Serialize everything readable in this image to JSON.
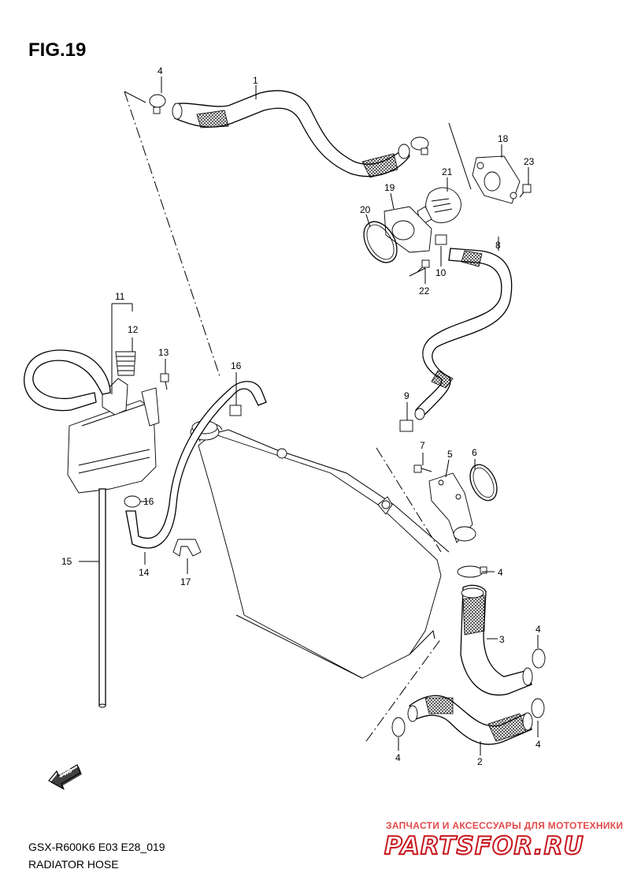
{
  "figure": {
    "title": "FIG.19",
    "model_code": "GSX-R600K6 E03 E28_019",
    "subtitle": "RADIATOR HOSE"
  },
  "callouts": [
    {
      "id": "c1",
      "label": "1"
    },
    {
      "id": "c2",
      "label": "2"
    },
    {
      "id": "c3",
      "label": "3"
    },
    {
      "id": "c4a",
      "label": "4"
    },
    {
      "id": "c4b",
      "label": "4"
    },
    {
      "id": "c4c",
      "label": "4"
    },
    {
      "id": "c4d",
      "label": "4"
    },
    {
      "id": "c4e",
      "label": "4"
    },
    {
      "id": "c5",
      "label": "5"
    },
    {
      "id": "c6",
      "label": "6"
    },
    {
      "id": "c7",
      "label": "7"
    },
    {
      "id": "c8",
      "label": "8"
    },
    {
      "id": "c9",
      "label": "9"
    },
    {
      "id": "c10",
      "label": "10"
    },
    {
      "id": "c11",
      "label": "11"
    },
    {
      "id": "c12",
      "label": "12"
    },
    {
      "id": "c13",
      "label": "13"
    },
    {
      "id": "c14",
      "label": "14"
    },
    {
      "id": "c15",
      "label": "15"
    },
    {
      "id": "c16a",
      "label": "16"
    },
    {
      "id": "c16b",
      "label": "16"
    },
    {
      "id": "c17",
      "label": "17"
    },
    {
      "id": "c18",
      "label": "18"
    },
    {
      "id": "c19",
      "label": "19"
    },
    {
      "id": "c20",
      "label": "20"
    },
    {
      "id": "c21",
      "label": "21"
    },
    {
      "id": "c22",
      "label": "22"
    },
    {
      "id": "c23",
      "label": "23"
    }
  ],
  "fwd_label": "FWD",
  "watermark": {
    "tagline": "ЗАПЧАСТИ И АКСЕССУАРЫ ДЛЯ МОТОТЕХНИКИ",
    "logo": "PARTSFOR.RU"
  }
}
